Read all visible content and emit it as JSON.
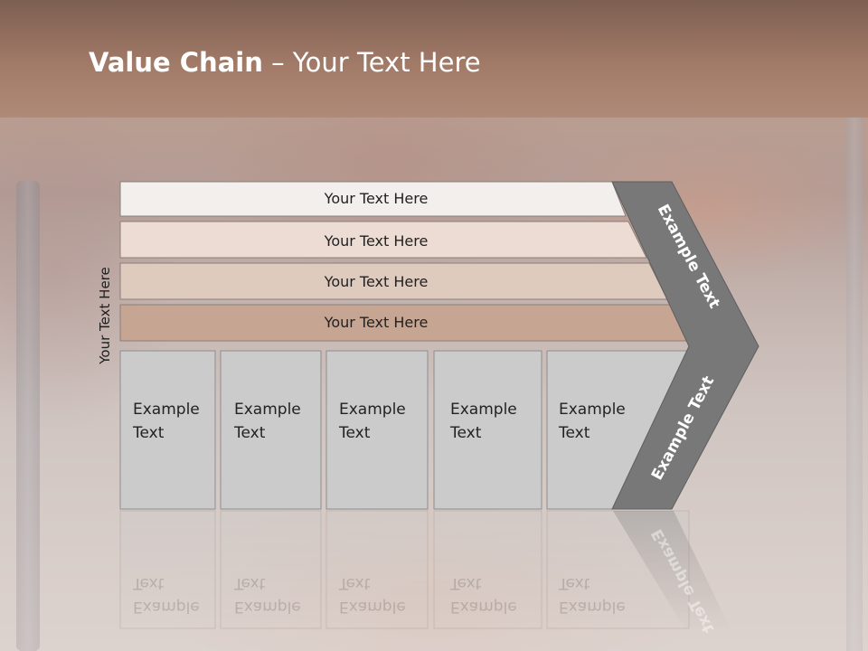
{
  "title": {
    "bold": "Value Chain",
    "rest": "– Your Text Here"
  },
  "side_label": "Your Text Here",
  "bands": [
    {
      "label": "Your Text Here",
      "color": "#f3efec"
    },
    {
      "label": "Your Text Here",
      "color": "#ecdcd3"
    },
    {
      "label": "Your Text Here",
      "color": "#dfcabe"
    },
    {
      "label": "Your Text Here",
      "color": "#c6a593"
    }
  ],
  "cells": [
    {
      "line1": "Example",
      "line2": "Text"
    },
    {
      "line1": "Example",
      "line2": "Text"
    },
    {
      "line1": "Example",
      "line2": "Text"
    },
    {
      "line1": "Example",
      "line2": "Text"
    },
    {
      "line1": "Example",
      "line2": "Text"
    }
  ],
  "arrow_upper_label": "Example Text",
  "arrow_lower_label": "Example Text",
  "colors": {
    "arrow": "#787878",
    "cell": "#cbcbcb",
    "title": "#ffffff"
  }
}
